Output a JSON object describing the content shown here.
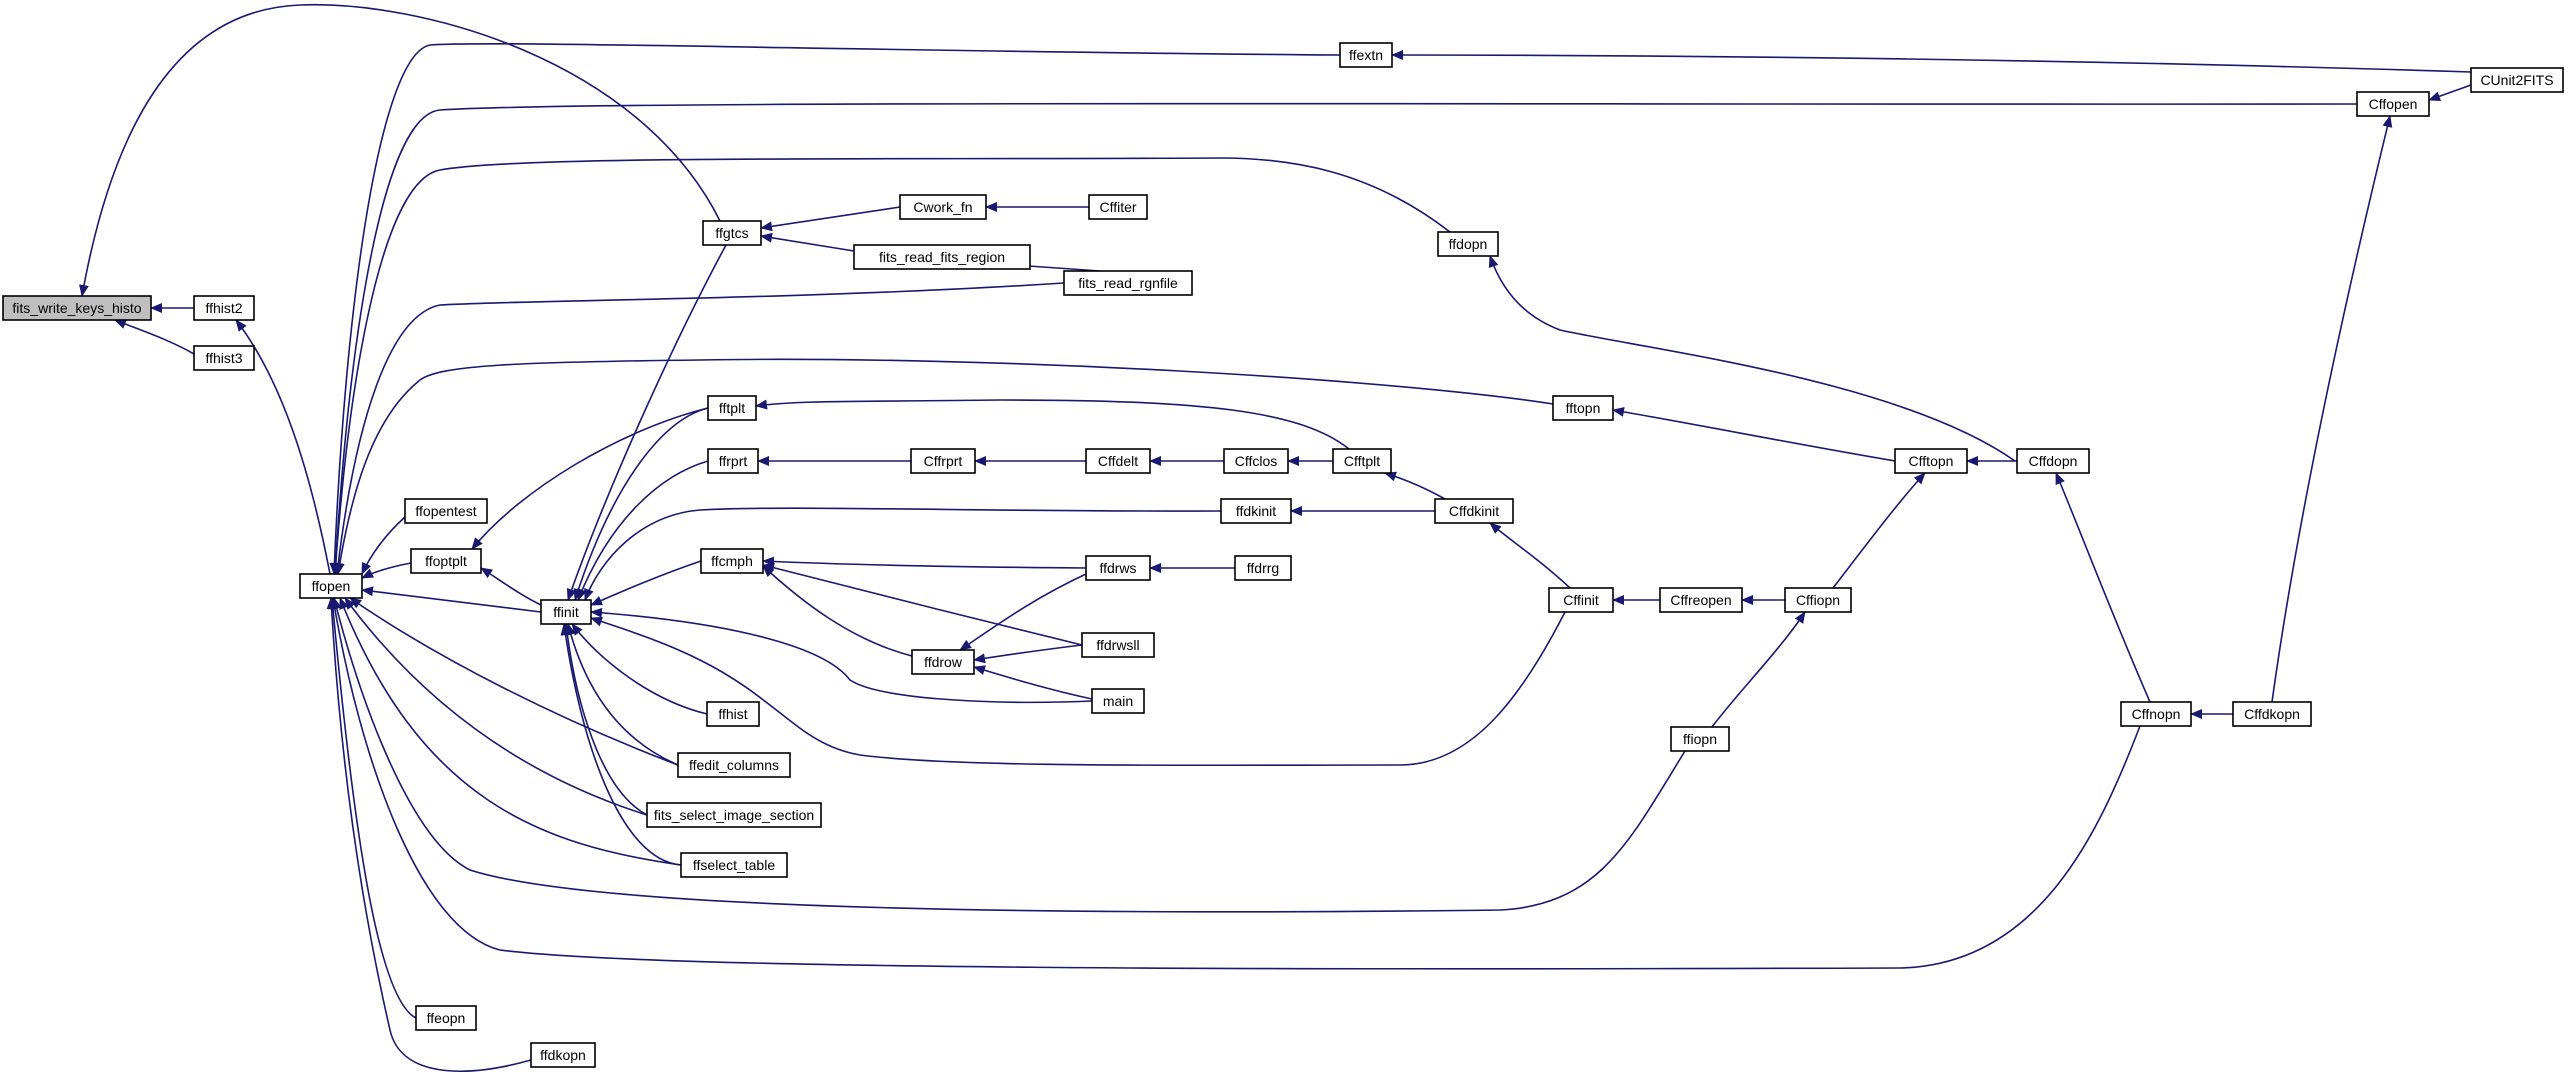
{
  "graph": {
    "root": "fits_write_keys_histo",
    "colors": {
      "edge": "#191970",
      "node_border": "#000000",
      "root_fill": "#bfbfbf",
      "node_fill": "#ffffff"
    },
    "nodes": [
      {
        "id": "fits_write_keys_histo",
        "label": "fits_write_keys_histo"
      },
      {
        "id": "ffhist2",
        "label": "ffhist2"
      },
      {
        "id": "ffhist3",
        "label": "ffhist3"
      },
      {
        "id": "ffopen",
        "label": "ffopen"
      },
      {
        "id": "ffgtcs",
        "label": "ffgtcs"
      },
      {
        "id": "Cwork_fn",
        "label": "Cwork_fn"
      },
      {
        "id": "Cffiter",
        "label": "Cffiter"
      },
      {
        "id": "fits_read_fits_region",
        "label": "fits_read_fits_region"
      },
      {
        "id": "fits_read_rgnfile",
        "label": "fits_read_rgnfile"
      },
      {
        "id": "ffextn",
        "label": "ffextn"
      },
      {
        "id": "CUnit2FITS",
        "label": "CUnit2FITS"
      },
      {
        "id": "Cffopen",
        "label": "Cffopen"
      },
      {
        "id": "ffdopn",
        "label": "ffdopn"
      },
      {
        "id": "fftopn",
        "label": "fftopn"
      },
      {
        "id": "Cfftopn",
        "label": "Cfftopn"
      },
      {
        "id": "Cffdopn",
        "label": "Cffdopn"
      },
      {
        "id": "fftplt",
        "label": "fftplt"
      },
      {
        "id": "ffrprt",
        "label": "ffrprt"
      },
      {
        "id": "Cffrprt",
        "label": "Cffrprt"
      },
      {
        "id": "Cffdelt",
        "label": "Cffdelt"
      },
      {
        "id": "Cffclos",
        "label": "Cffclos"
      },
      {
        "id": "Cfftplt",
        "label": "Cfftplt"
      },
      {
        "id": "ffdkinit",
        "label": "ffdkinit"
      },
      {
        "id": "Cffdkinit",
        "label": "Cffdkinit"
      },
      {
        "id": "ffopentest",
        "label": "ffopentest"
      },
      {
        "id": "ffoptplt",
        "label": "ffoptplt"
      },
      {
        "id": "ffinit",
        "label": "ffinit"
      },
      {
        "id": "ffcmph",
        "label": "ffcmph"
      },
      {
        "id": "ffdrws",
        "label": "ffdrws"
      },
      {
        "id": "ffdrrg",
        "label": "ffdrrg"
      },
      {
        "id": "ffdrow",
        "label": "ffdrow"
      },
      {
        "id": "ffdrwsll",
        "label": "ffdrwsll"
      },
      {
        "id": "main",
        "label": "main"
      },
      {
        "id": "Cffinit",
        "label": "Cffinit"
      },
      {
        "id": "Cffreopen",
        "label": "Cffreopen"
      },
      {
        "id": "Cffiopn",
        "label": "Cffiopn"
      },
      {
        "id": "ffiopn",
        "label": "ffiopn"
      },
      {
        "id": "Cffnopn",
        "label": "Cffnopn"
      },
      {
        "id": "Cffdkopn",
        "label": "Cffdkopn"
      },
      {
        "id": "ffhist",
        "label": "ffhist"
      },
      {
        "id": "ffedit_columns",
        "label": "ffedit_columns"
      },
      {
        "id": "fits_select_image_section",
        "label": "fits_select_image_section"
      },
      {
        "id": "ffselect_table",
        "label": "ffselect_table"
      },
      {
        "id": "ffeopn",
        "label": "ffeopn"
      },
      {
        "id": "ffdkopn",
        "label": "ffdkopn"
      }
    ],
    "edges": [
      [
        "ffhist2",
        "fits_write_keys_histo"
      ],
      [
        "ffhist3",
        "fits_write_keys_histo"
      ],
      [
        "ffgtcs",
        "fits_write_keys_histo"
      ],
      [
        "ffopen",
        "ffhist2"
      ],
      [
        "ffextn",
        "ffopen"
      ],
      [
        "Cffopen",
        "ffopen"
      ],
      [
        "ffdopn",
        "ffopen"
      ],
      [
        "fits_read_rgnfile",
        "ffopen"
      ],
      [
        "fftopn",
        "ffopen"
      ],
      [
        "ffopentest",
        "ffopen"
      ],
      [
        "ffoptplt",
        "ffopen"
      ],
      [
        "ffinit",
        "ffopen"
      ],
      [
        "ffedit_columns",
        "ffopen"
      ],
      [
        "fits_select_image_section",
        "ffopen"
      ],
      [
        "ffselect_table",
        "ffopen"
      ],
      [
        "ffiopn",
        "ffopen"
      ],
      [
        "Cffnopn",
        "ffopen"
      ],
      [
        "ffeopn",
        "ffopen"
      ],
      [
        "ffdkopn",
        "ffopen"
      ],
      [
        "Cwork_fn",
        "ffgtcs"
      ],
      [
        "fits_read_fits_region",
        "ffgtcs"
      ],
      [
        "Cffiter",
        "Cwork_fn"
      ],
      [
        "fits_read_rgnfile",
        "fits_read_fits_region"
      ],
      [
        "CUnit2FITS",
        "ffextn"
      ],
      [
        "CUnit2FITS",
        "Cffopen"
      ],
      [
        "Cffdopn",
        "ffdopn"
      ],
      [
        "Cfftopn",
        "fftopn"
      ],
      [
        "Cffdopn",
        "Cfftopn"
      ],
      [
        "Cffiopn",
        "Cfftopn"
      ],
      [
        "Cffnopn",
        "Cffdopn"
      ],
      [
        "Cffdkopn",
        "Cffnopn"
      ],
      [
        "Cffdkopn",
        "Cffopen"
      ],
      [
        "ffgtcs",
        "ffinit"
      ],
      [
        "fftplt",
        "ffinit"
      ],
      [
        "ffrprt",
        "ffinit"
      ],
      [
        "ffdkinit",
        "ffinit"
      ],
      [
        "ffcmph",
        "ffinit"
      ],
      [
        "main",
        "ffinit"
      ],
      [
        "Cffinit",
        "ffinit"
      ],
      [
        "ffhist",
        "ffinit"
      ],
      [
        "ffedit_columns",
        "ffinit"
      ],
      [
        "fits_select_image_section",
        "ffinit"
      ],
      [
        "ffselect_table",
        "ffinit"
      ],
      [
        "ffinit",
        "ffoptplt"
      ],
      [
        "fftplt",
        "ffoptplt"
      ],
      [
        "Cfftplt",
        "fftplt"
      ],
      [
        "Cffrprt",
        "ffrprt"
      ],
      [
        "Cffdelt",
        "Cffrprt"
      ],
      [
        "Cffclos",
        "Cffdelt"
      ],
      [
        "Cfftplt",
        "Cffclos"
      ],
      [
        "Cffdkinit",
        "Cfftplt"
      ],
      [
        "Cffdkinit",
        "ffdkinit"
      ],
      [
        "Cffinit",
        "Cffdkinit"
      ],
      [
        "Cffreopen",
        "Cffinit"
      ],
      [
        "Cffiopn",
        "Cffreopen"
      ],
      [
        "ffiopn",
        "Cffiopn"
      ],
      [
        "ffdrws",
        "ffcmph"
      ],
      [
        "ffdrow",
        "ffcmph"
      ],
      [
        "ffdrwsll",
        "ffcmph"
      ],
      [
        "ffdrrg",
        "ffdrws"
      ],
      [
        "ffdrws",
        "ffdrow"
      ],
      [
        "ffdrwsll",
        "ffdrow"
      ],
      [
        "main",
        "ffdrow"
      ]
    ]
  }
}
